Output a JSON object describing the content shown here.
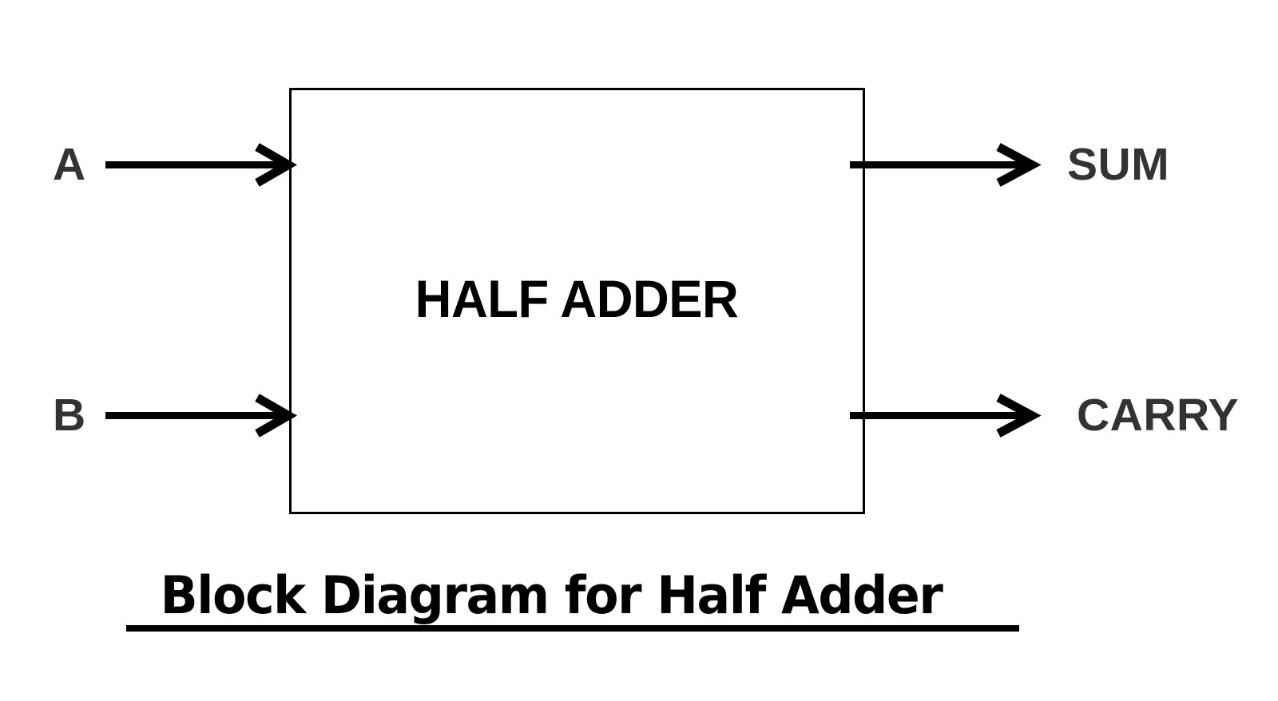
{
  "diagram": {
    "kind": "block-diagram",
    "title": "Block Diagram for Half Adder",
    "block": {
      "label": "HALF ADDER",
      "shape": "rectangle",
      "border_color": "#000000",
      "fill_color": "#ffffff"
    },
    "inputs": [
      {
        "label": "A",
        "side": "left",
        "color": "#333333"
      },
      {
        "label": "B",
        "side": "left",
        "color": "#333333"
      }
    ],
    "outputs": [
      {
        "label": "SUM",
        "side": "right",
        "color": "#333333"
      },
      {
        "label": "CARRY",
        "side": "right",
        "color": "#333333"
      }
    ],
    "caption": {
      "text": "Block Diagram for Half Adder",
      "underlined": true,
      "color": "#000000"
    },
    "colors": {
      "background": "#ffffff",
      "stroke": "#000000",
      "label_gray": "#333333"
    }
  }
}
